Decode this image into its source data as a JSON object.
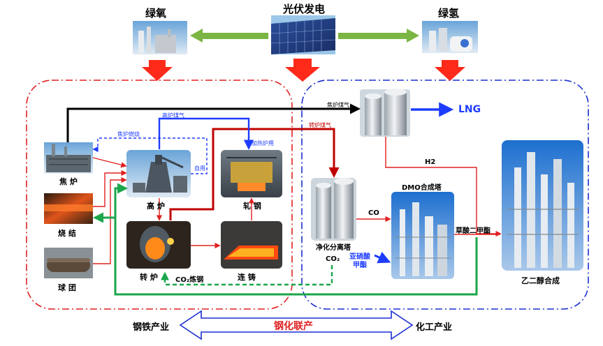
{
  "top": {
    "green_oxygen": "绿氧",
    "pv_power": "光伏发电",
    "green_hydrogen": "绿氢"
  },
  "steel": {
    "coking": "焦 炉",
    "sintering": "烧 结",
    "pellet": "球 团",
    "blast_furnace": "高 炉",
    "converter": "转 炉",
    "rolling": "轧 钢",
    "casting": "连 铸",
    "co2_steelmaking": "CO₂炼钢"
  },
  "gas_flows": {
    "coke_oven_gas_fuel": "焦炉燃烧",
    "blast_furnace_gas": "高炉煤气",
    "self_use": "自用",
    "heating_furnace_use": "加热炉用",
    "coke_oven_gas": "焦炉煤气",
    "converter_gas": "转炉煤气"
  },
  "chem": {
    "lng": "LNG",
    "h2": "H2",
    "co": "CO",
    "co2": "CO₂",
    "separation_tower": "净化分离塔",
    "dmo_tower": "DMO合成塔",
    "methyl_nitrite": "亚硝酸\n甲酯",
    "dimethyl_oxalate": "草酸二甲酯",
    "ethylene_glycol": "乙二醇合成"
  },
  "footer": {
    "steel_industry": "钢铁产业",
    "steel_chem_link": "钢化联产",
    "chem_industry": "化工产业"
  },
  "colors": {
    "red_zone": "#e02020",
    "blue_zone": "#1a2fd0",
    "green_flow": "#1aa64a",
    "black_flow": "#000000",
    "blue_flow": "#1e3cff",
    "dark_red_flow": "#c00000",
    "arrow_red": "#ff2a1a",
    "arrow_green": "#7bb543"
  }
}
